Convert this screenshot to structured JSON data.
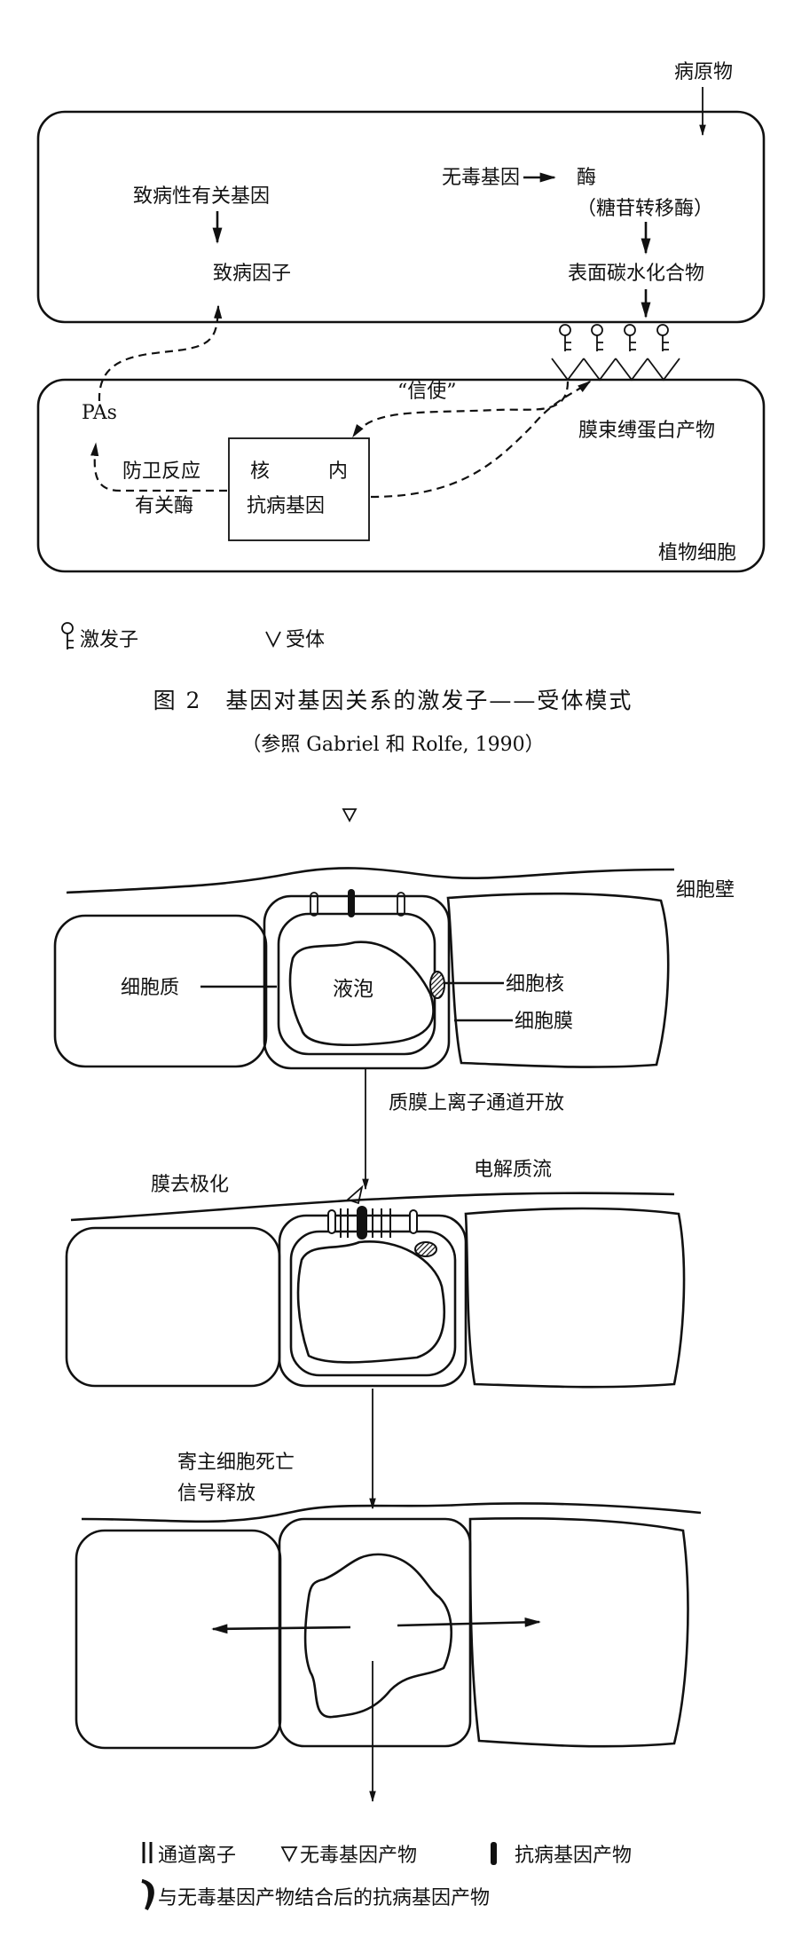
{
  "figure2": {
    "pathogen_label": "病原物",
    "avr_gene": "无毒基因",
    "enzyme": "酶",
    "enzyme_note": "（糖苷转移酶）",
    "surface_carbohydrate": "表面碳水化合物",
    "pathogenicity_genes": "致病性有关基因",
    "pathogenicity_factor": "致病因子",
    "pas": "PAs",
    "defense_line1": "防卫反应",
    "defense_line2": "有关酶",
    "nucleus_line1_a": "核",
    "nucleus_line1_b": "内",
    "nucleus_line2": "抗病基因",
    "messenger": "“信使”",
    "membrane_protein": "膜束缚蛋白产物",
    "plant_cell": "植物细胞",
    "legend_elicitor": "激发子",
    "legend_receptor": "受体",
    "caption": "图 2　基因对基因关系的激发子——受体模式",
    "reference": "（参照 Gabriel  和 Rolfe, 1990）"
  },
  "figure3": {
    "cell_wall": "细胞壁",
    "nucleus": "细胞核",
    "cytoplasm": "细胞质",
    "vacuole": "液泡",
    "membrane": "细胞膜",
    "step1": "质膜上离子通道开放",
    "depolarization": "膜去极化",
    "electrolyte_flow": "电解质流",
    "step2_line1": "寄主细胞死亡",
    "step2_line2": "信号释放",
    "legend_ion_channel": "通道离子",
    "legend_avr_product": "无毒基因产物",
    "legend_r_product": "抗病基因产物",
    "legend_bound_product": "与无毒基因产物结合后的抗病基因产物"
  }
}
